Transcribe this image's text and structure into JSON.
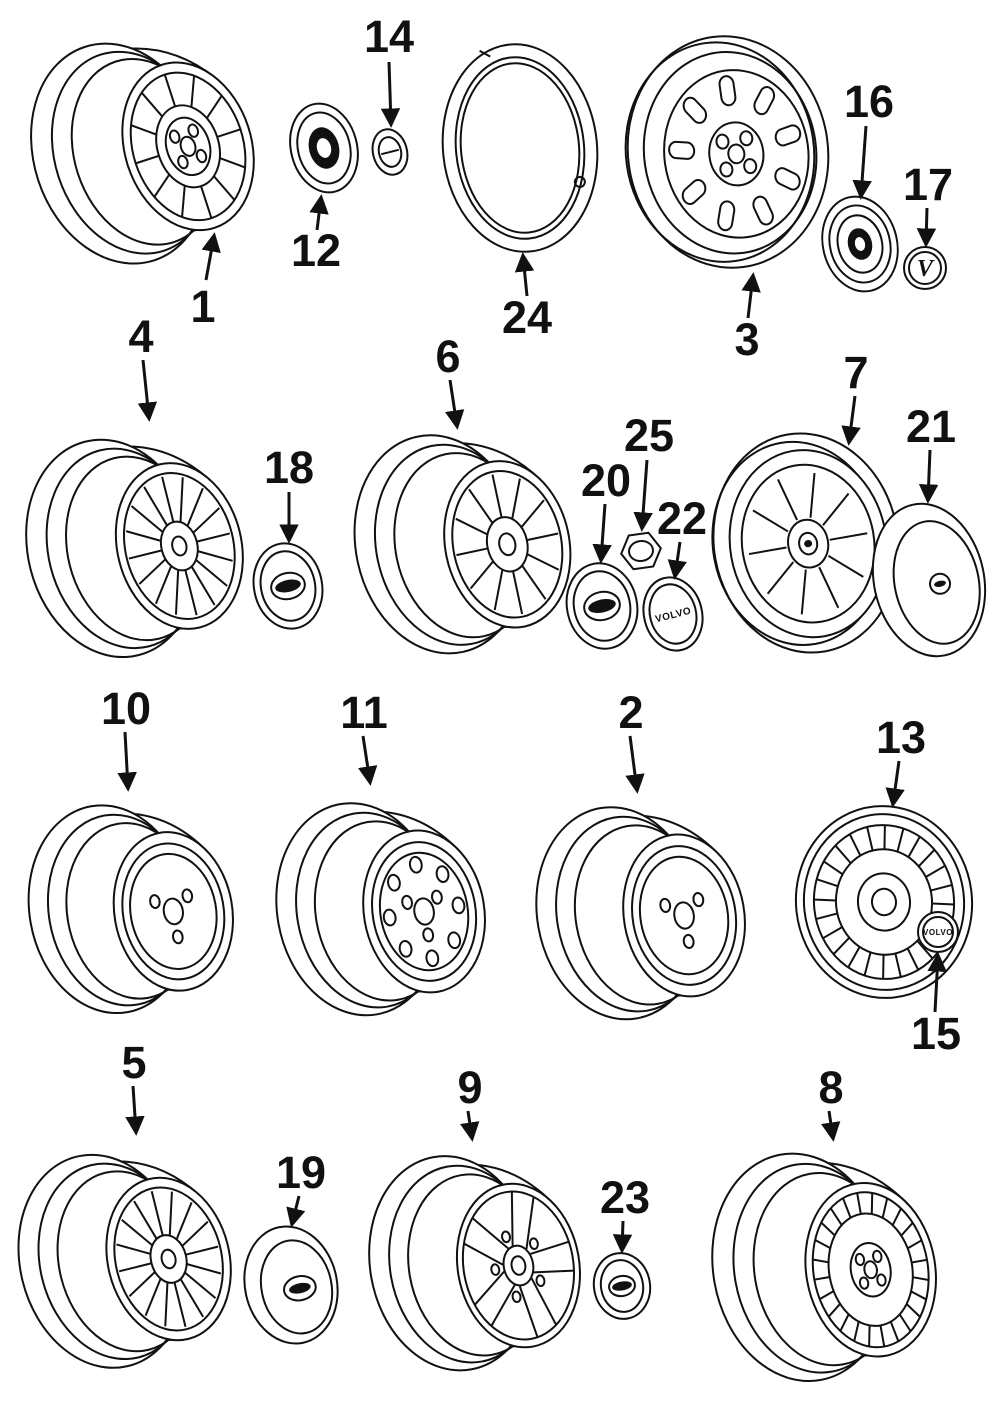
{
  "colors": {
    "ink": "#111111",
    "paper": "#ffffff"
  },
  "cap_texts": {
    "volvo": "VOLVO",
    "v": "V"
  },
  "callouts": {
    "c1": {
      "label": "1",
      "part": "alloy-wheel"
    },
    "c2": {
      "label": "2",
      "part": "steel-wheel"
    },
    "c3": {
      "label": "3",
      "part": "steel-wheel"
    },
    "c4": {
      "label": "4",
      "part": "alloy-wheel"
    },
    "c5": {
      "label": "5",
      "part": "alloy-wheel"
    },
    "c6": {
      "label": "6",
      "part": "alloy-wheel"
    },
    "c7": {
      "label": "7",
      "part": "alloy-wheel"
    },
    "c8": {
      "label": "8",
      "part": "alloy-wheel"
    },
    "c9": {
      "label": "9",
      "part": "alloy-wheel"
    },
    "c10": {
      "label": "10",
      "part": "steel-wheel"
    },
    "c11": {
      "label": "11",
      "part": "steel-wheel"
    },
    "c12": {
      "label": "12",
      "part": "center-cap"
    },
    "c13": {
      "label": "13",
      "part": "wheel-cover"
    },
    "c14": {
      "label": "14",
      "part": "center-cap"
    },
    "c15": {
      "label": "15",
      "part": "center-cap"
    },
    "c16": {
      "label": "16",
      "part": "center-cap"
    },
    "c17": {
      "label": "17",
      "part": "center-cap"
    },
    "c18": {
      "label": "18",
      "part": "center-cap"
    },
    "c19": {
      "label": "19",
      "part": "center-cap"
    },
    "c20": {
      "label": "20",
      "part": "center-cap"
    },
    "c21": {
      "label": "21",
      "part": "center-cap"
    },
    "c22": {
      "label": "22",
      "part": "center-cap"
    },
    "c23": {
      "label": "23",
      "part": "center-cap"
    },
    "c24": {
      "label": "24",
      "part": "trim-ring"
    },
    "c25": {
      "label": "25",
      "part": "lug-nut"
    }
  }
}
